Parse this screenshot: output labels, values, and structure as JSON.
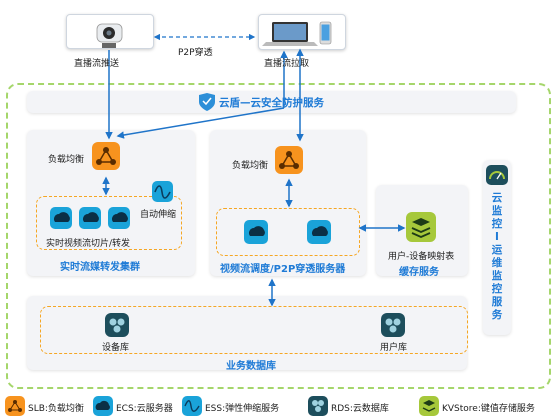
{
  "devices": {
    "camera_label": "直播流推送",
    "viewer_label": "直播流拉取",
    "p2p_label": "P2P穿透"
  },
  "security_banner": "云盾—云安全防护服务",
  "monitor_label": "云监控I运维监控服务",
  "left_cluster": {
    "lb_label": "负载均衡",
    "autoscale_label": "自动伸缩",
    "ecs_label": "实时视频流切片/转发",
    "title": "实时流媒转发集群"
  },
  "mid_cluster": {
    "lb_label": "负载均衡",
    "title": "视频流调度/P2P穿透服务器"
  },
  "cache": {
    "kv_label": "用户-设备映射表",
    "title": "缓存服务"
  },
  "database": {
    "device_db_label": "设备库",
    "user_db_label": "用户库",
    "title": "业务数据库"
  },
  "legend": {
    "slb": "SLB:负载均衡",
    "ecs": "ECS:云服务器",
    "ess": "ESS:弹性伸缩服务",
    "rds": "RDS:云数据库",
    "kv": "KVStore:键值存储服务"
  },
  "colors": {
    "orange": "#f7931e",
    "blue_icon": "#1aa3d9",
    "dark_icon": "#1d4e5c",
    "lime": "#a6c83b",
    "arrow": "#1f74c9",
    "outer_border": "#a5d66b"
  }
}
